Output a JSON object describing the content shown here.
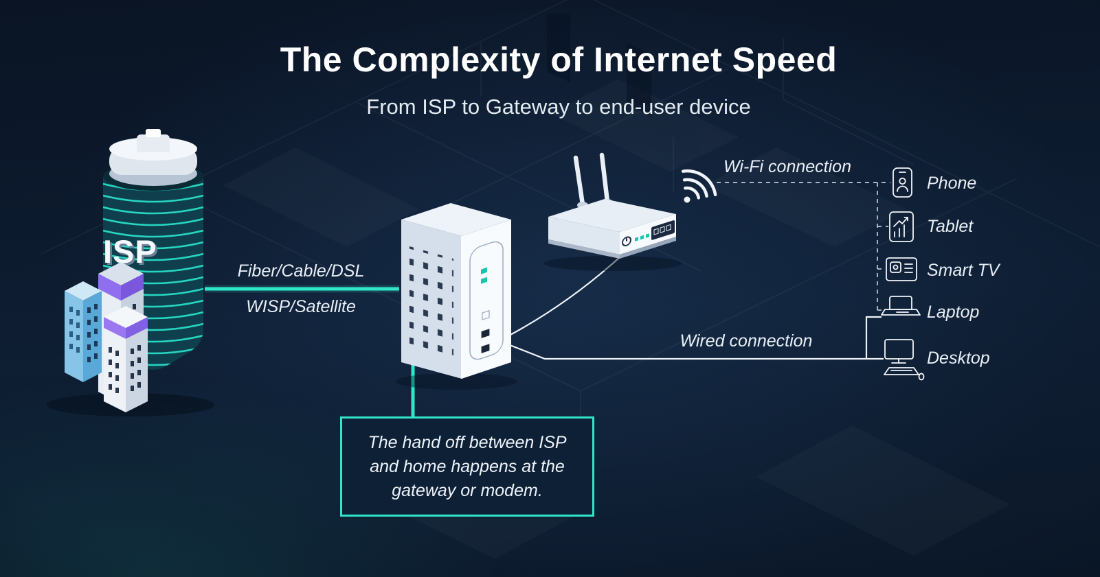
{
  "header": {
    "title": "The Complexity of Internet Speed",
    "subtitle": "From ISP to Gateway to end-user device"
  },
  "isp": {
    "label": "ISP"
  },
  "links": {
    "isp_to_gateway_top": "Fiber/Cable/DSL",
    "isp_to_gateway_bottom": "WISP/Satellite",
    "wifi": "Wi-Fi connection",
    "wired": "Wired connection"
  },
  "devices": [
    {
      "icon": "phone-icon",
      "label": "Phone"
    },
    {
      "icon": "tablet-icon",
      "label": "Tablet"
    },
    {
      "icon": "smart-tv-icon",
      "label": "Smart TV"
    },
    {
      "icon": "laptop-icon",
      "label": "Laptop"
    },
    {
      "icon": "desktop-icon",
      "label": "Desktop"
    }
  ],
  "callout": {
    "text": "The hand off between ISP and home happens at the gateway or modem."
  },
  "colors": {
    "accent": "#2fe6c8",
    "background": "#0d1b2e",
    "purple_accent": "#8f6ef0",
    "text": "#ffffff"
  }
}
